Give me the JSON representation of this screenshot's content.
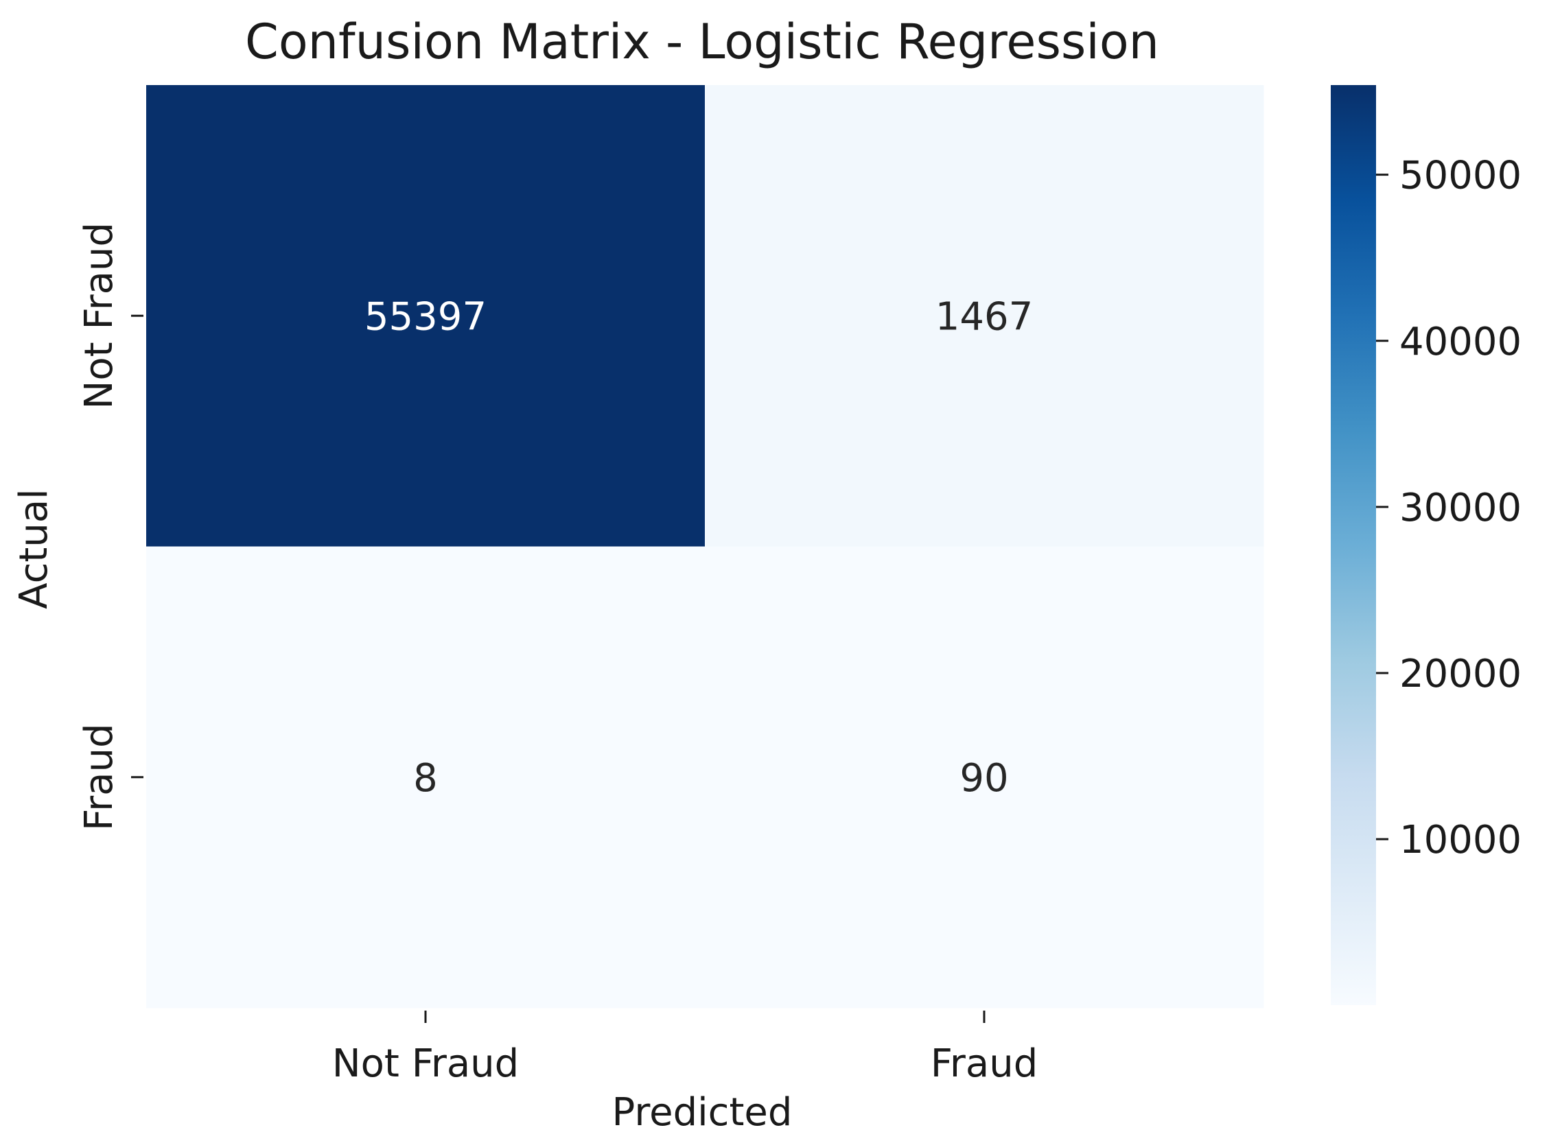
{
  "chart_data": {
    "type": "heatmap",
    "title": "Confusion Matrix - Logistic Regression",
    "xlabel": "Predicted",
    "ylabel": "Actual",
    "x_categories": [
      "Not Fraud",
      "Fraud"
    ],
    "y_categories": [
      "Not Fraud",
      "Fraud"
    ],
    "values": [
      [
        55397,
        1467
      ],
      [
        8,
        90
      ]
    ],
    "colormap": "Blues",
    "colorbar": {
      "range": [
        8,
        55397
      ],
      "ticks": [
        10000,
        20000,
        30000,
        40000,
        50000
      ],
      "tick_labels": [
        "10000",
        "20000",
        "30000",
        "40000",
        "50000"
      ]
    },
    "grid": false,
    "legend": "colorbar-right"
  },
  "colors": {
    "low": "#f7fbff",
    "high": "#08306b",
    "annot_dark_bg": "#ffffff",
    "annot_light_bg": "#262626"
  }
}
